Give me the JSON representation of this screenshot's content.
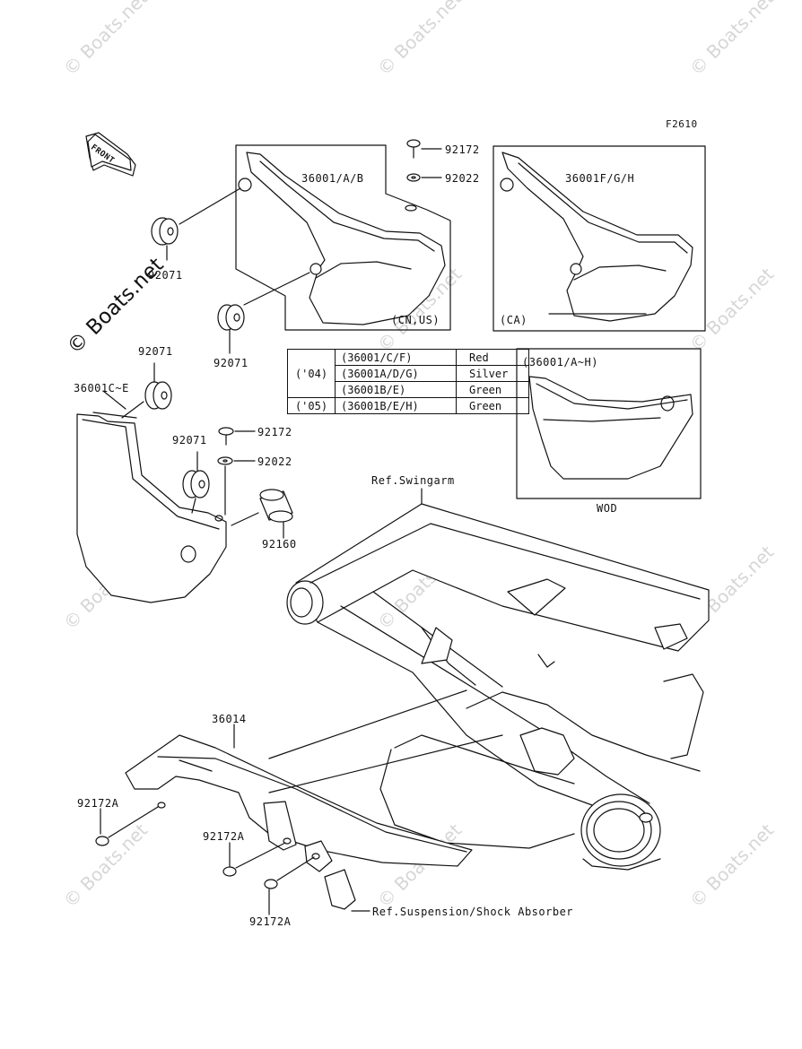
{
  "figure_code": "F2610",
  "front_arrow_label": "FRONT",
  "watermark": {
    "text": "© Boats.net",
    "main_text": "© Boats.net"
  },
  "callouts": {
    "c36001AB": "36001/A/B",
    "c36001FGH": "36001F/G/H",
    "c92172_top": "92172",
    "c92022_top": "92022",
    "c92071_a": "92071",
    "c92071_b": "92071",
    "c92071_c": "92071",
    "c92071_d": "92071",
    "cn_us": "(CN,US)",
    "ca": "(CA)",
    "c36001CE": "36001C~E",
    "c92172_mid": "92172",
    "c92022_mid": "92022",
    "c92160": "92160",
    "ref_swingarm": "Ref.Swingarm",
    "c36001AH": "(36001/A~H)",
    "wod": "WOD",
    "c36014": "36014",
    "c92172A_a": "92172A",
    "c92172A_b": "92172A",
    "c92172A_c": "92172A",
    "ref_suspension": "Ref.Suspension/Shock Absorber"
  },
  "color_table": {
    "rows": [
      {
        "year": "('04)",
        "code": "(36001/C/F)",
        "color": "Red"
      },
      {
        "year": "",
        "code": "(36001A/D/G)",
        "color": "Silver"
      },
      {
        "year": "",
        "code": "(36001B/E)",
        "color": "Green"
      },
      {
        "year": "('05)",
        "code": "(36001B/E/H)",
        "color": "Green"
      }
    ]
  }
}
